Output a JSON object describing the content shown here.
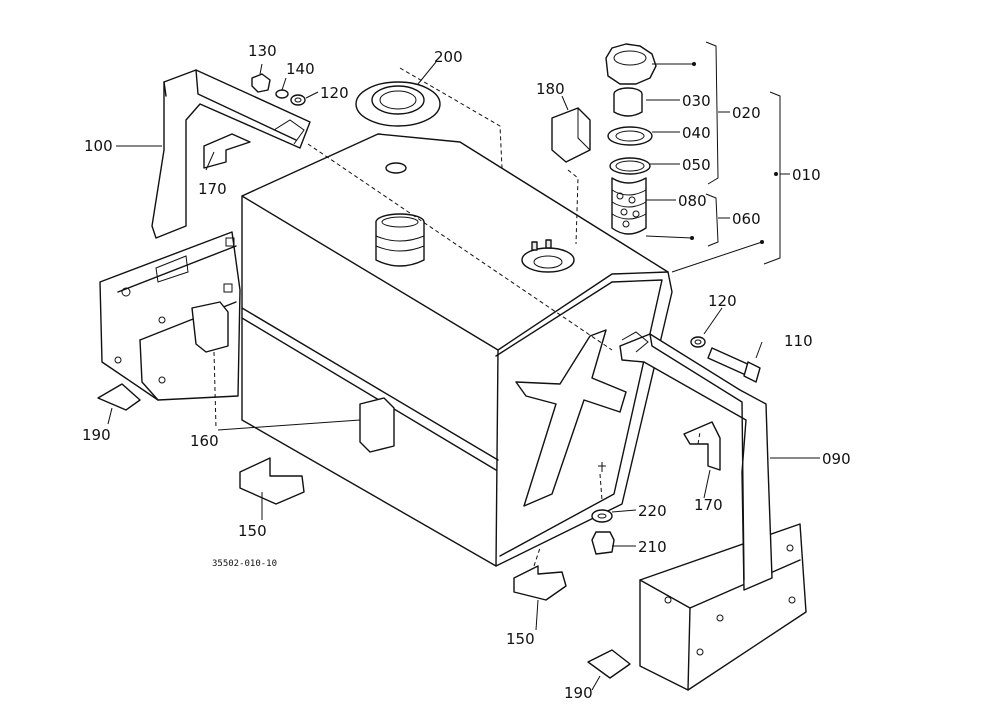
{
  "diagram_code": "35502-010-10",
  "callouts": {
    "p010": "010",
    "p020": "020",
    "p030": "030",
    "p040": "040",
    "p050": "050",
    "p060": "060",
    "p080": "080",
    "p090": "090",
    "p100": "100",
    "p110": "110",
    "p120a": "120",
    "p120b": "120",
    "p130": "130",
    "p140": "140",
    "p150a": "150",
    "p150b": "150",
    "p160": "160",
    "p170a": "170",
    "p170b": "170",
    "p180": "180",
    "p190a": "190",
    "p190b": "190",
    "p200": "200",
    "p210": "210",
    "p220": "220"
  }
}
